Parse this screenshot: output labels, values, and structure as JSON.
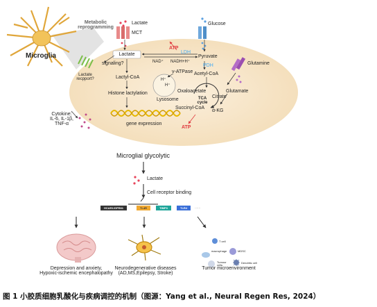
{
  "top": {
    "microglia_label": "Microglia",
    "metabolic_reprogramming": "Metabolic\nreprogramming",
    "lactate_top": "Lactate",
    "mct": "MCT",
    "glucose": "Glucose",
    "lactate_box": "Lactate",
    "signaling": "signaling?",
    "lactate_receptor": "Lactate\nrecpport?",
    "lactyl_coa": "Lactyl-CoA",
    "histone_lactylation": "Histone lactylation",
    "gene_expression": "gene expression",
    "atp_red": "ATP",
    "ldh": "LDH",
    "nad": "NAD⁺",
    "nadh": "NADH+H⁺",
    "pyruvate": "Pyruvate",
    "pdh": "PDH",
    "acetyl_coa": "Acetyl-CoA",
    "v_atpase": "v-ATPase",
    "h1": "H⁺",
    "h2": "H⁺",
    "lysosome": "Lysosome",
    "oxaloacetate": "Oxaloacetate",
    "citrate": "Citrate",
    "tca": "TCA\ncycle",
    "succinyl_coa": "Succinyl-CoA",
    "a_kg": "α-KG",
    "glutamate": "Glutamate",
    "glutamine": "Glutamine",
    "atp_bottom": "ATP",
    "cytokine": "Cytokine:\nIL-6, IL-1β,\nTNF-α"
  },
  "bottom": {
    "microglial_glycolytic": "Microglial glycolytic",
    "lactate": "Lactate",
    "cell_receptor_binding": "Cell receptor binding",
    "receptors": [
      "HCAR1/GPR81",
      "TI-4R",
      "TIMP3",
      "TLR4",
      "......"
    ],
    "depression": "Depression and anxiety,\nHypoxic-ischemic encephalopathy",
    "neuro": "Neurodegenerative diseases\n(AD,MS,Epilepsy, Stroke)",
    "tumor": "Tumor microenvironment",
    "t_cell": "T cell",
    "macrophage": "macrophage",
    "mdsc": "MDSC",
    "tumour_cells": "Tumour\ncells",
    "dendritic_cell": "Dendritic cell"
  },
  "caption": "图 1 小胶质细胞乳酸化与疾病调控的机制（图源：Yang et al., Neural Regen Res, 2024）",
  "colors": {
    "cell_fill": "#f8e7cc",
    "dots": "#e8445a",
    "mct": "#e88a8a",
    "glut": "#6fa8dc",
    "gln": "#b46cc7",
    "helix": "#e6b800",
    "rec1": "#333333",
    "rec2": "#f0a830",
    "rec3": "#1ea59a",
    "rec4": "#3a6fd8"
  }
}
